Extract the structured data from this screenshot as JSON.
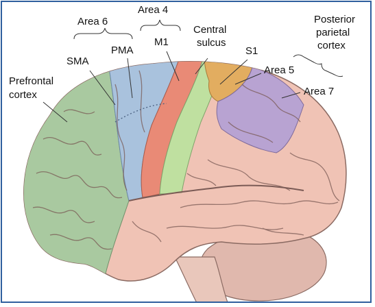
{
  "figure": {
    "labels": {
      "area6": "Area 6",
      "area4": "Area 4",
      "m1": "M1",
      "central_sulcus_line1": "Central",
      "central_sulcus_line2": "sulcus",
      "s1": "S1",
      "posterior_line1": "Posterior",
      "posterior_line2": "parietal",
      "posterior_line3": "cortex",
      "sma": "SMA",
      "pma": "PMA",
      "prefrontal_line1": "Prefrontal",
      "prefrontal_line2": "cortex",
      "area5": "Area 5",
      "area7": "Area 7"
    },
    "colors": {
      "frame_border": "#2f5f9e",
      "prefrontal": "#a9c9a0",
      "premotor": "#a9c2dd",
      "motor": "#e98a76",
      "somatosensory": "#bfe0a0",
      "area5": "#e2ad60",
      "area7": "#b8a3d2",
      "cortex": "#f0c3b5",
      "cerebellum": "#e0b8ad",
      "sulcus_line": "#7a5a55"
    }
  }
}
